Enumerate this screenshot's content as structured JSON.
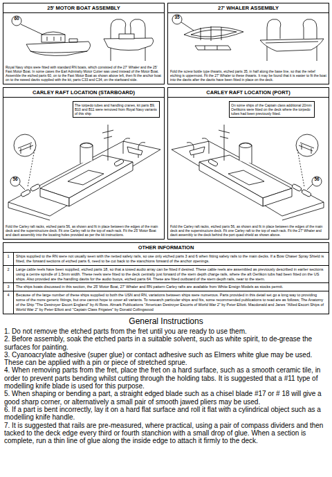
{
  "diagram": {
    "nodes": [
      {
        "text": [
          "25' MOTOR BOAT ASSEMBLY",
          "Royal Navy ships were fitted with standard RN boats, which consisted of the 27' Whaler and the 25' Fast Motor Boat. In some cases the Earl Admiralty Motor Cutter was used instead of the Motor Boat. Assemble the etched parts 60, on to the Fast Motor Boat as shown above left, then fit the anchor boat on to the sweed davits supplied with the kit, parts C33 and C34, on the starboard side."
        ]
      },
      {
        "text": [
          "27' WHALER ASSEMBLY",
          "Fold the screw bottle type thwarts, etched parts 35, in half along the base line, so that the relief etching is uppermost. Fit the 27' Whaler to these thwarts. It may be found that it is easier to fit the boat into the davits after the davits have been fitted in place on the deck."
        ]
      },
      {
        "text": [
          "CARLEY RAFT LOCATION (STARBOARD)",
          "Fold the Carley raft racks, etched parts 56, as shown and fit in place between the edges of the main deck and the superstructure deck. Fit one Carley raft to the top of each rack. Fit the 25' Motor Boat and davit assembly into the locating holes provided as per the kit instructions."
        ]
      },
      {
        "text": [
          "The torpedo tubes and handling cranes, kit parts B9, B10 and B11 were removed from Royal Navy variants of this ship"
        ],
        "in": 2
      },
      {
        "text": [
          "CARLEY RAFT LOCATION (PORT)",
          "Fold the Carley raft racks, etched parts 56, as shown and fit in place between the edges of the main deck and the superstructure deck. Fit one Carley raft to the top of each rack. Fit the 27' Whaler and davit assembly to the deck behind the port quad shield as shown above."
        ]
      },
      {
        "text": [
          "On some ships of the Captain class additional 20mm Oerlikons were fitted on the deck where the torpedo tubes had been previously fitted."
        ],
        "in": 4
      },
      {
        "text": [
          "OTHER INFORMATION"
        ]
      },
      {
        "text": [
          "1",
          "Ships supplied to the RN were not usually seen with the netted safety rails, so use only etched parts 3 and 6 when fitting safety rails to the main decks. If a Bow Chaser Spray Shield is fitted, the forward sections of etched parts 6, need to be cut back to the stanchions forward of the anchor openings."
        ],
        "in": 6
      },
      {
        "text": [
          "2",
          "Large cable reels have been supplied, etched parts 18, so that a towed audio array can be fitted if desired. These cable reels are assembled as previously described in earlier sections using a centre spindle of 1.5mm width. These reels were fitted to the deck centrally just forward of the stern depth charge rails, where the aft Oerlikon tubs had been fitted on the US ships. Also provided are the handling davits for the audio buoys, etched parts 64. These are fitted outboard of the stern depth rails, near to the stern."
        ],
        "in": 6
      },
      {
        "text": [
          "3",
          "The ships boats discussed in this section, the 25' Motor Boat, 27' Whaler and RN pattern Carley rafts are available from White Ensign Models as stocks permit."
        ],
        "in": 6
      },
      {
        "text": [
          "4",
          "Because of the large number of these ships supplied to both the USN and RN, variations between ships were numerous. Parts provided in this detail set go a long way to providing some of the more generic fittings, but one cannot hope to cover all variants. To research particular ships and fits, some recommended publications to read are as follows; The Anatomy of the Ship \"The Destroyer Escort England\" by Al Ross. Almark Publications \"American Destroyer Escorts of World War 2\" by Peter Elliott. Macdonald and Janes \"Allied Escort Ships of World War 2\" by Peter Elliott and \"Captain Class Frigates\" by Donald Collingwood"
        ],
        "in": 6
      }
    ],
    "labels": [
      "60",
      "35",
      "56",
      "56",
      "General Instructions",
      "1. Do not remove the etched parts from the fret until you are ready to use them.",
      "2. Before assembly, soak the etched parts in a suitable solvent, such as white spirit, to de-grease the surfaces for painting.",
      "3. Cyanoacrylate adhesive (super glue) or contact adhesive such as Elmers white glue may be used. These can be applied with a pin or piece of stretched sprue.",
      "4. When removing parts from the fret, place the fret on a hard surface, such as a smooth ceramic tile, in order to prevent parts bending whilst cutting through the holding tabs. It is suggested that a #11 type of modelling knife blade is used for this purpose.",
      "5. When shaping or bending a part, a straight edged blade such as a chisel blade #17 or # 18 will give a good sharp corner, or alternatively a small pair of smooth jawed pliers may be used.",
      "6. If a part is bent incorrectly, lay it on a hard flat surface and roll it flat with a cylindrical object such as a modelling knife handle.",
      "7. It is suggested that rails are pre-measured, where practical, using a pair of compass dividers and then tacked to the deck edge every third or fourth stanchion with a small drop of glue. When a section is complete, run a thin line of glue along the inside edge to attach it firmly to the deck."
    ]
  }
}
